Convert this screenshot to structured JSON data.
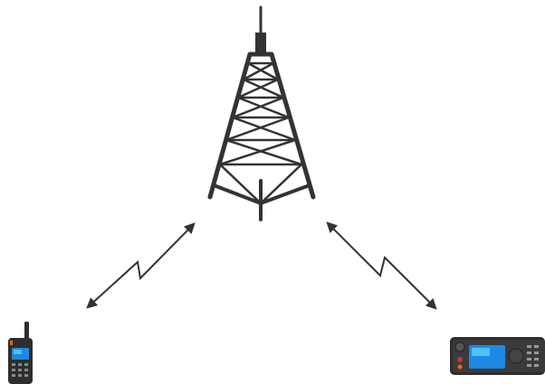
{
  "diagram": {
    "nodes": [
      {
        "id": "tower",
        "icon": "radio-tower-icon"
      },
      {
        "id": "handheld",
        "icon": "portable-radio-icon"
      },
      {
        "id": "mobile",
        "icon": "mobile-radio-icon"
      }
    ],
    "links": [
      {
        "from": "handheld",
        "to": "tower",
        "kind": "wireless-bidirectional"
      },
      {
        "from": "mobile",
        "to": "tower",
        "kind": "wireless-bidirectional"
      }
    ],
    "colors": {
      "stroke": "#333333",
      "device_body": "#2e2e2e",
      "screen": "#1e88e5",
      "screen_light": "#4fc3f7",
      "accent_red": "#d32f2f",
      "accent_orange": "#ef6c00"
    }
  }
}
